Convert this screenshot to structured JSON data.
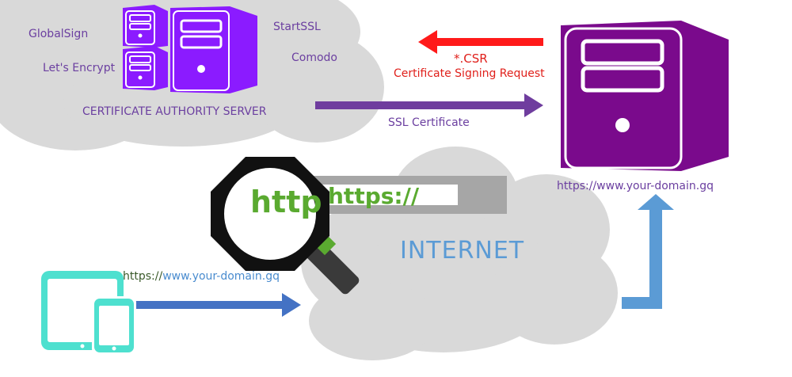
{
  "ca_cloud": {
    "title": "CERTIFICATE AUTHORITY SERVER",
    "authorities": {
      "globalsign": "GlobalSign",
      "letsencrypt": "Let's Encrypt",
      "startssl": "StartSSL",
      "comodo": "Comodo"
    }
  },
  "csr_arrow": {
    "line1": "*.CSR",
    "line2": "Certificate Signing Request"
  },
  "ssl_arrow": {
    "label": "SSL Certificate"
  },
  "web_server": {
    "url": "https://www.your-domain.gq"
  },
  "client": {
    "url_scheme": "https://",
    "url_domain": "www.your-domain.gq"
  },
  "internet": {
    "label": "INTERNET",
    "search_bar_text": "https://",
    "magnified_text": "http"
  },
  "colors": {
    "purple_ca": "#8b1bff",
    "purple_server": "#7a0a8c",
    "red_arrow": "#ff1a1a",
    "violet_arrow": "#6f3d9e",
    "blue_arrow": "#4472c4",
    "light_blue_arrow": "#5b9bd5",
    "teal_devices": "#4ee0cf",
    "green_https": "#5aaa30",
    "cloud_gray": "#d8d8d8"
  }
}
